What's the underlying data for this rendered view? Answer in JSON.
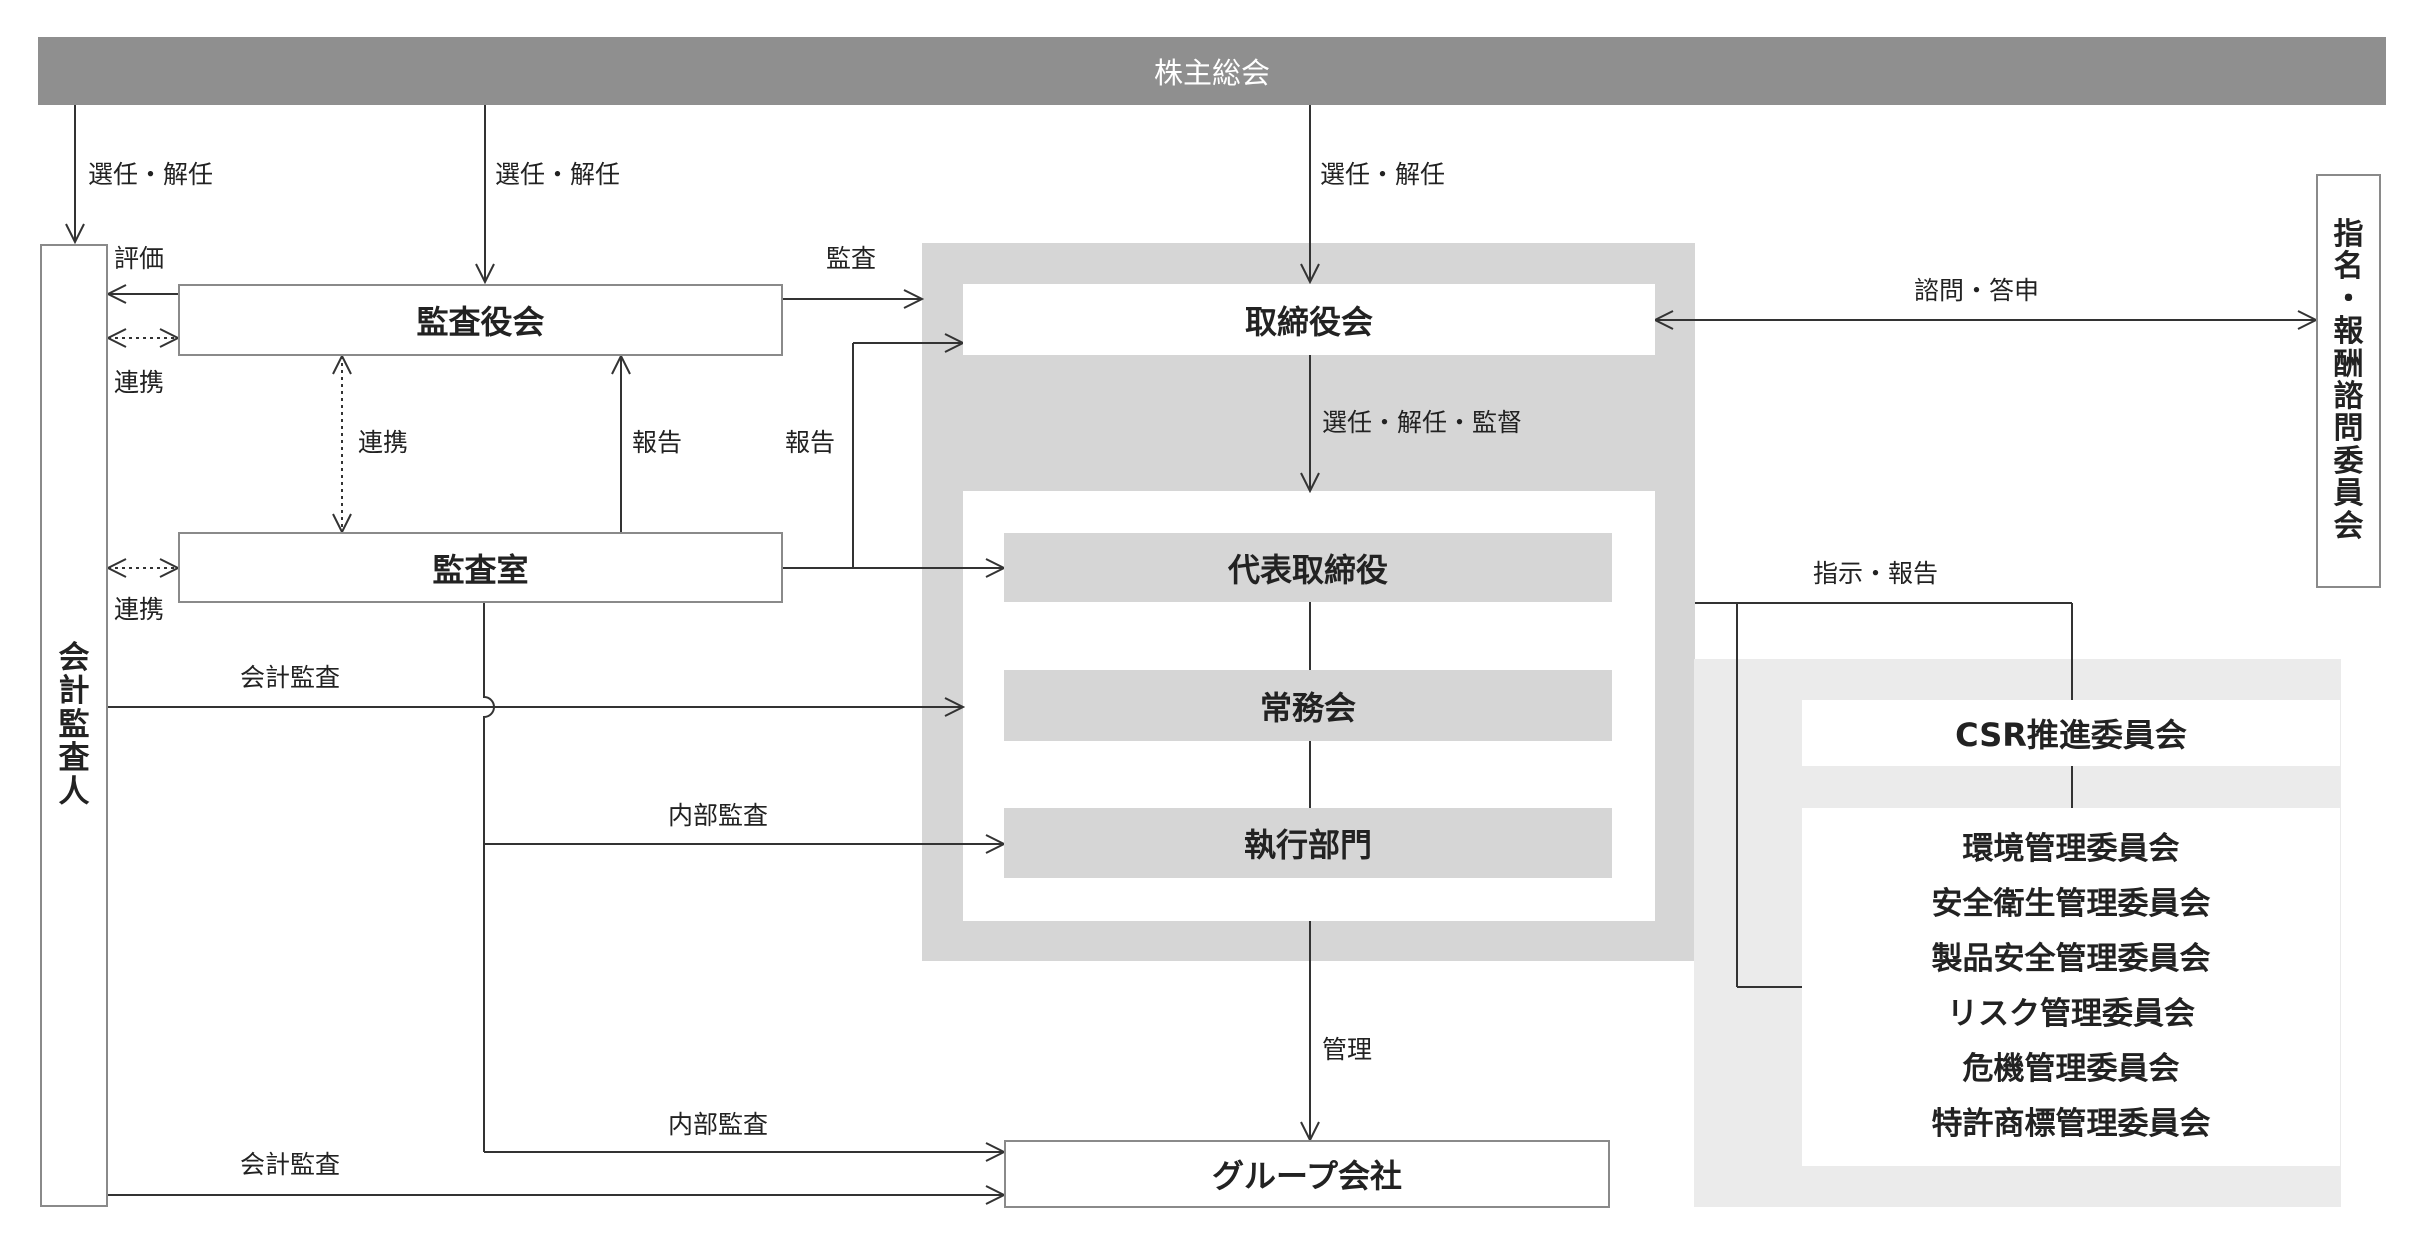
{
  "top_band": {
    "label": "株主総会"
  },
  "nodes": {
    "audit_board": "監査役会",
    "audit_office": "監査室",
    "board": "取締役会",
    "representative": "代表取締役",
    "executive_committee": "常務会",
    "operating_divisions": "執行部門",
    "group_companies": "グループ会社",
    "csr_committee": "CSR推進委員会",
    "accounting_auditor": "会計監査人",
    "nomination_committee": "指名・報酬諮問委員会"
  },
  "sub_committees": [
    "環境管理委員会",
    "安全衛生管理委員会",
    "製品安全管理委員会",
    "リスク管理委員会",
    "危機管理委員会",
    "特許商標管理委員会"
  ],
  "edge_labels": {
    "elect_left": "選任・解任",
    "elect_mid": "選任・解任",
    "elect_board": "選任・解任",
    "evaluation": "評価",
    "cooperation_1": "連携",
    "cooperation_2": "連携",
    "cooperation_3": "連携",
    "audit": "監査",
    "report_1": "報告",
    "report_2": "報告",
    "elect_supervise": "選任・解任・監督",
    "consult": "諮問・答申",
    "instruct_report": "指示・報告",
    "accounting_audit_1": "会計監査",
    "internal_audit_1": "内部監査",
    "management": "管理",
    "internal_audit_2": "内部監査",
    "accounting_audit_2": "会計監査"
  },
  "colors": {
    "band": "#8f8f8f",
    "grey_panel": "#d6d6d6",
    "light_panel": "#ebebeb",
    "line": "#333333"
  }
}
